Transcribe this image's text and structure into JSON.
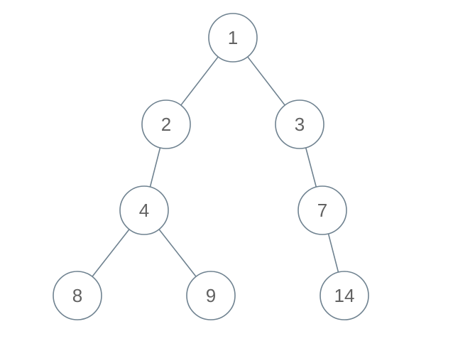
{
  "tree": {
    "nodes": [
      {
        "id": "1",
        "label": "1"
      },
      {
        "id": "2",
        "label": "2"
      },
      {
        "id": "3",
        "label": "3"
      },
      {
        "id": "4",
        "label": "4"
      },
      {
        "id": "7",
        "label": "7"
      },
      {
        "id": "8",
        "label": "8"
      },
      {
        "id": "9",
        "label": "9"
      },
      {
        "id": "14",
        "label": "14"
      }
    ],
    "edges": [
      {
        "from": "1",
        "to": "2"
      },
      {
        "from": "1",
        "to": "3"
      },
      {
        "from": "2",
        "to": "4"
      },
      {
        "from": "3",
        "to": "7"
      },
      {
        "from": "4",
        "to": "8"
      },
      {
        "from": "4",
        "to": "9"
      },
      {
        "from": "7",
        "to": "14"
      }
    ]
  },
  "colors": {
    "stroke": "#6f8290",
    "label": "#626262",
    "background": "#ffffff"
  }
}
